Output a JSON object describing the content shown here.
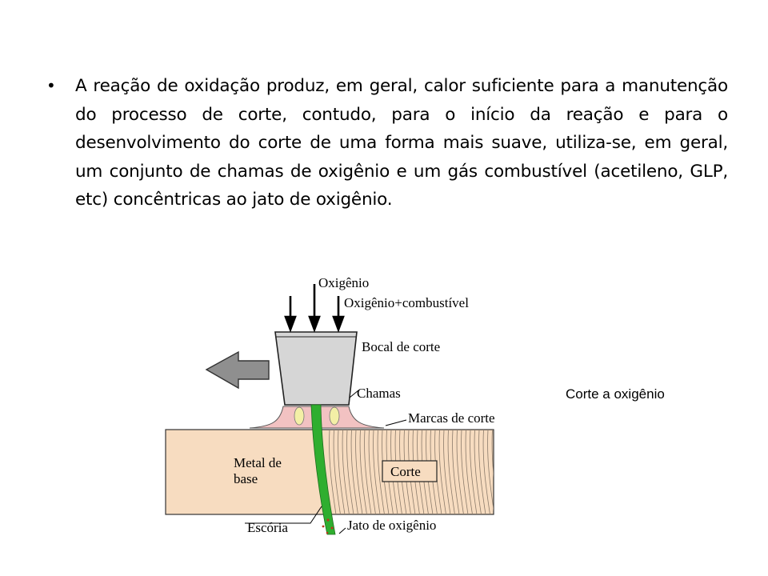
{
  "slide": {
    "bullet": "•",
    "paragraph": "A reação de oxidação produz, em geral, calor suficiente para a manutenção do processo de corte, contudo, para o início da reação e para o desenvolvimento do corte de uma forma mais suave, utiliza-se, em geral, um conjunto de chamas de oxigênio e um gás combustível (acetileno, GLP, etc) concêntricas ao jato de oxigênio.",
    "caption": "Corte a oxigênio"
  },
  "diagram": {
    "labels": {
      "oxygen": "Oxigênio",
      "oxygen_fuel": "Oxigênio+combustível",
      "nozzle": "Bocal de corte",
      "flames": "Chamas",
      "cut_marks": "Marcas de corte",
      "base_metal_line1": "Metal de",
      "base_metal_line2": "base",
      "cut": "Corte",
      "slag": "Escória",
      "oxygen_jet": "Jato de oxigênio"
    },
    "colors": {
      "metal": "#f7dcc0",
      "flame_halo": "#f2c2c2",
      "flame_core": "#f3efa6",
      "jet": "#2fae2f",
      "nozzle": "#d6d6d6",
      "arrow": "#8f8f8f",
      "slag": "#b83a1e"
    }
  }
}
